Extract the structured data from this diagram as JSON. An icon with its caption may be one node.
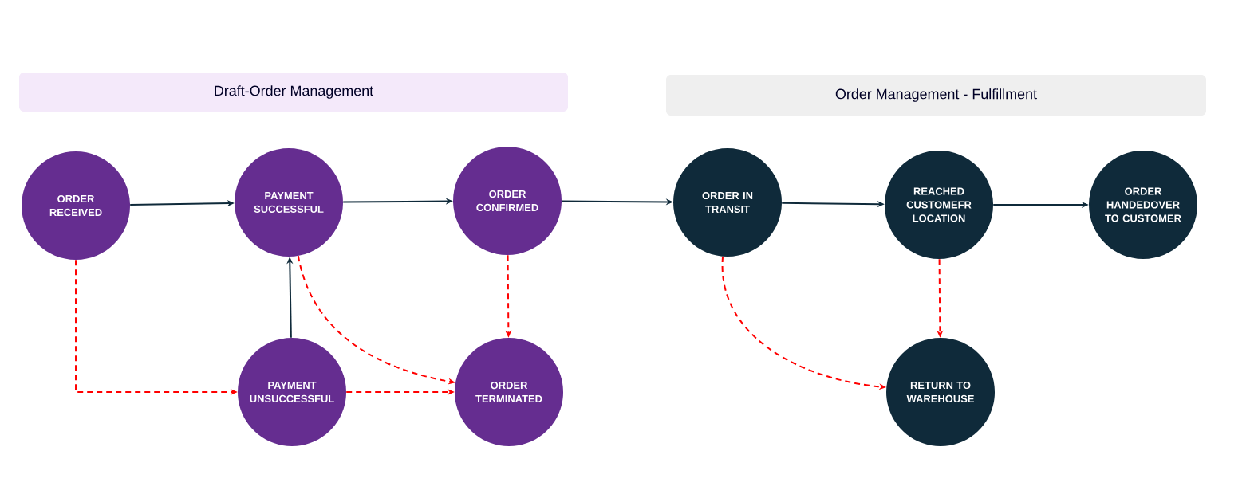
{
  "diagram": {
    "nodes": [
      {
        "text": [
          "Draft-Order Management"
        ]
      },
      {
        "text": [
          "Order Management - Fulfillment"
        ]
      },
      {
        "text": [
          "ORDER RECEIVED"
        ]
      },
      {
        "text": [
          "PAYMENT SUCCESSFUL"
        ]
      },
      {
        "text": [
          "ORDER CONFIRMED"
        ]
      },
      {
        "text": [
          "ORDER IN TRANSIT"
        ]
      },
      {
        "text": [
          "REACHED CUSTOMEFR LOCATION"
        ]
      },
      {
        "text": [
          "ORDER HANDEDOVER TO CUSTOMER"
        ]
      },
      {
        "text": [
          "PAYMENT UNSUCCESSFUL"
        ]
      },
      {
        "text": [
          "ORDER TERMINATED"
        ]
      },
      {
        "text": [
          "RETURN TO WAREHOUSE"
        ]
      }
    ],
    "edges": [
      {
        "from": 2,
        "to": 3,
        "arrow": "to"
      },
      {
        "from": 3,
        "to": 4,
        "arrow": "to"
      },
      {
        "from": 4,
        "to": 5,
        "arrow": "to"
      },
      {
        "from": 5,
        "to": 6,
        "arrow": "to"
      },
      {
        "from": 6,
        "to": 7,
        "arrow": "to"
      },
      {
        "from": 8,
        "to": 3,
        "arrow": "to"
      },
      {
        "from": 2,
        "to": 8,
        "arrow": "to",
        "style": "dashed",
        "color": "#ff0000"
      },
      {
        "from": 3,
        "to": 9,
        "arrow": "to",
        "style": "dashed",
        "color": "#ff0000"
      },
      {
        "from": 8,
        "to": 9,
        "arrow": "to",
        "style": "dashed",
        "color": "#ff0000"
      },
      {
        "from": 4,
        "to": 9,
        "arrow": "to",
        "style": "dashed",
        "color": "#ff0000"
      },
      {
        "from": 5,
        "to": 10,
        "arrow": "to",
        "style": "dashed",
        "color": "#ff0000"
      },
      {
        "from": 6,
        "to": 10,
        "arrow": "to",
        "style": "dashed",
        "color": "#ff0000"
      }
    ]
  }
}
